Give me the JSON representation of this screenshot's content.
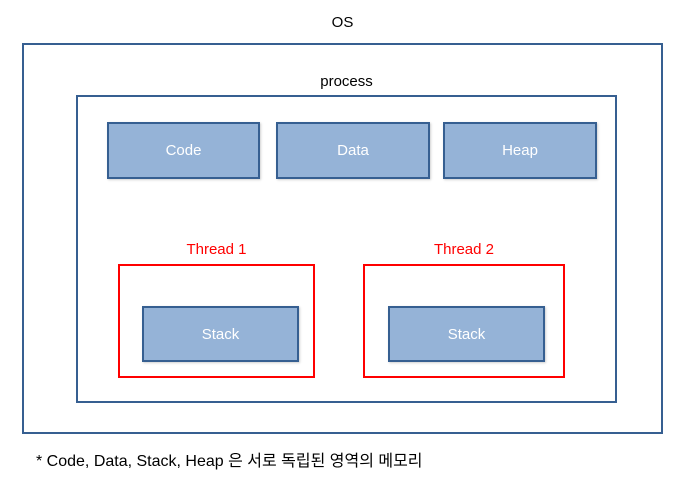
{
  "diagram": {
    "os_label": "OS",
    "process_label": "process",
    "memory_boxes": [
      {
        "label": "Code"
      },
      {
        "label": "Data"
      },
      {
        "label": "Heap"
      }
    ],
    "threads": [
      {
        "label": "Thread 1",
        "stack_label": "Stack"
      },
      {
        "label": "Thread 2",
        "stack_label": "Stack"
      }
    ],
    "footnote": "* Code, Data, Stack, Heap 은 서로 독립된 영역의 메모리",
    "colors": {
      "box_fill": "#95B3D7",
      "box_border": "#365F91",
      "frame_border": "#365F91",
      "thread_color": "#FF0000",
      "box_text": "#FFFFFF",
      "text": "#000000"
    }
  }
}
